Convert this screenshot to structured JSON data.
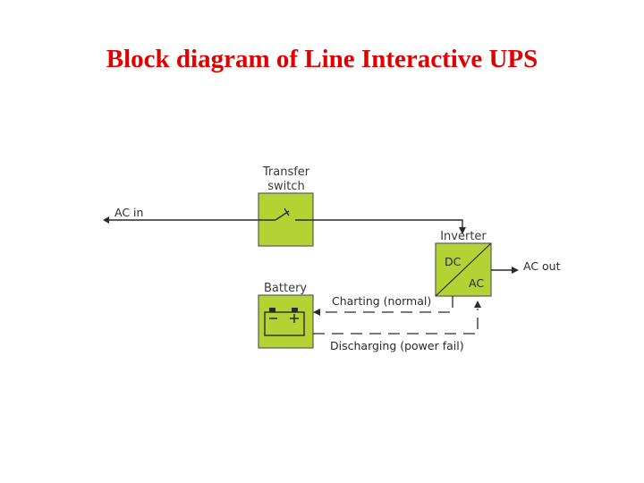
{
  "title": "Block diagram of Line Interactive UPS",
  "colors": {
    "title": "#e00000",
    "block_fill": "#b4d234",
    "block_stroke": "#5a5a5a",
    "line": "#2a2a2a"
  },
  "diagram": {
    "transfer_switch": {
      "label_line1": "Transfer",
      "label_line2": "switch"
    },
    "inverter": {
      "label": "Inverter",
      "dc": "DC",
      "ac": "AC"
    },
    "battery": {
      "label": "Battery",
      "minus": "—",
      "plus": "+"
    },
    "ac_in": "AC in",
    "ac_out": "AC out",
    "charging": "Charting (normal)",
    "discharging": "Discharging (power fail)"
  }
}
